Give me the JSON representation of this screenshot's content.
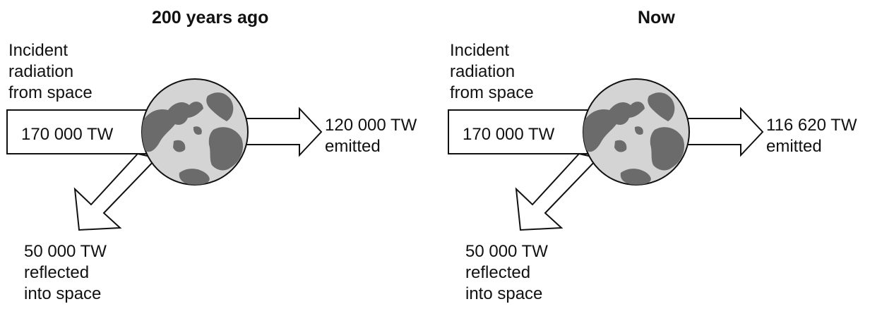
{
  "colors": {
    "arrow_fill": "#ffffff",
    "arrow_stroke": "#111111",
    "ocean": "#d4d4d4",
    "land": "#6b6b6b"
  },
  "icons": {
    "earth": "earth-globe-icon"
  },
  "panels": [
    {
      "title": "200 years ago",
      "incident_lines": [
        "Incident",
        "radiation",
        "from space"
      ],
      "incoming_value": "170 000 TW",
      "emitted_value": "120 000 TW",
      "emitted_label": "emitted",
      "reflected_value": "50 000 TW",
      "reflected_lines": [
        "reflected",
        "into space"
      ]
    },
    {
      "title": "Now",
      "incident_lines": [
        "Incident",
        "radiation",
        "from space"
      ],
      "incoming_value": "170 000 TW",
      "emitted_value": "116 620 TW",
      "emitted_label": "emitted",
      "reflected_value": "50 000 TW",
      "reflected_lines": [
        "reflected",
        "into space"
      ]
    }
  ]
}
